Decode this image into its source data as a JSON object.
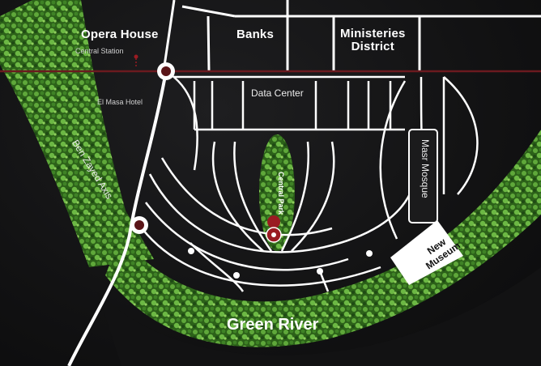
{
  "landmarks": {
    "opera_house": "Opera House",
    "banks": "Banks",
    "ministeries_line1": "Ministeries",
    "ministeries_line2": "District",
    "central_station": "Central Station",
    "el_masa_hotel": "El Masa Hotel",
    "data_center": "Data Center",
    "ben_zayed_axis": "Ben Zayed Axis",
    "central_park": "Central Park",
    "masr_mosque": "Masr Mosque",
    "new_museum_line1": "New",
    "new_museum_line2": "Museum",
    "green_river": "Green River"
  },
  "colors": {
    "background": "#121213",
    "road": "#ffffff",
    "rail_line": "#6b1a1f",
    "roundabout_fill": "#5a1518",
    "pin": "#9a1b22",
    "greenery_dark": "#1f4a14",
    "greenery_light": "#5fa83a"
  },
  "icons": {
    "project_pin": "map-pin-icon",
    "central_station": "station-marker-icon"
  }
}
